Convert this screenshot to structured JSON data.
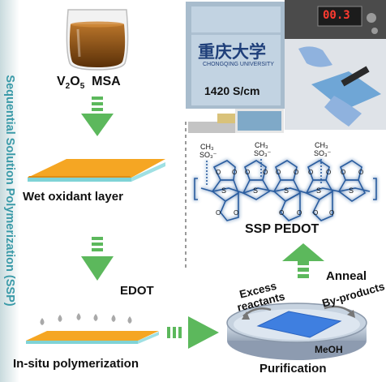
{
  "side_title": "Sequential Solution Polymerization (SSP)",
  "steps": {
    "oxidant_formula": {
      "v": "V",
      "v_sub": "2",
      "o": "O",
      "o_sub": "5",
      "acid": "MSA"
    },
    "wet_layer": "Wet oxidant layer",
    "monomer": "EDOT",
    "in_situ": "In-situ polymerization",
    "purification": "Purification",
    "solvent": "MeOH",
    "excess": "Excess reactants",
    "byproducts": "By-products",
    "anneal": "Anneal",
    "product": "SSP PEDOT"
  },
  "photo": {
    "conductivity": "1420 S/cm",
    "university_cn": "重庆大学",
    "university_en": "CHONGQING UNIVERSITY",
    "meter_reading": "00.3"
  },
  "structure": {
    "dopant": "SO₃⁻",
    "methyl": "CH₃",
    "ring_atom": "S",
    "oxygen": "O"
  },
  "colors": {
    "arrow_green": "#5cb85c",
    "side_title": "#3a9aa8",
    "oxidant_orange": "#f5a623",
    "molecule_blue": "#2a5d9f",
    "solvent_blue": "#4a7fd6"
  }
}
